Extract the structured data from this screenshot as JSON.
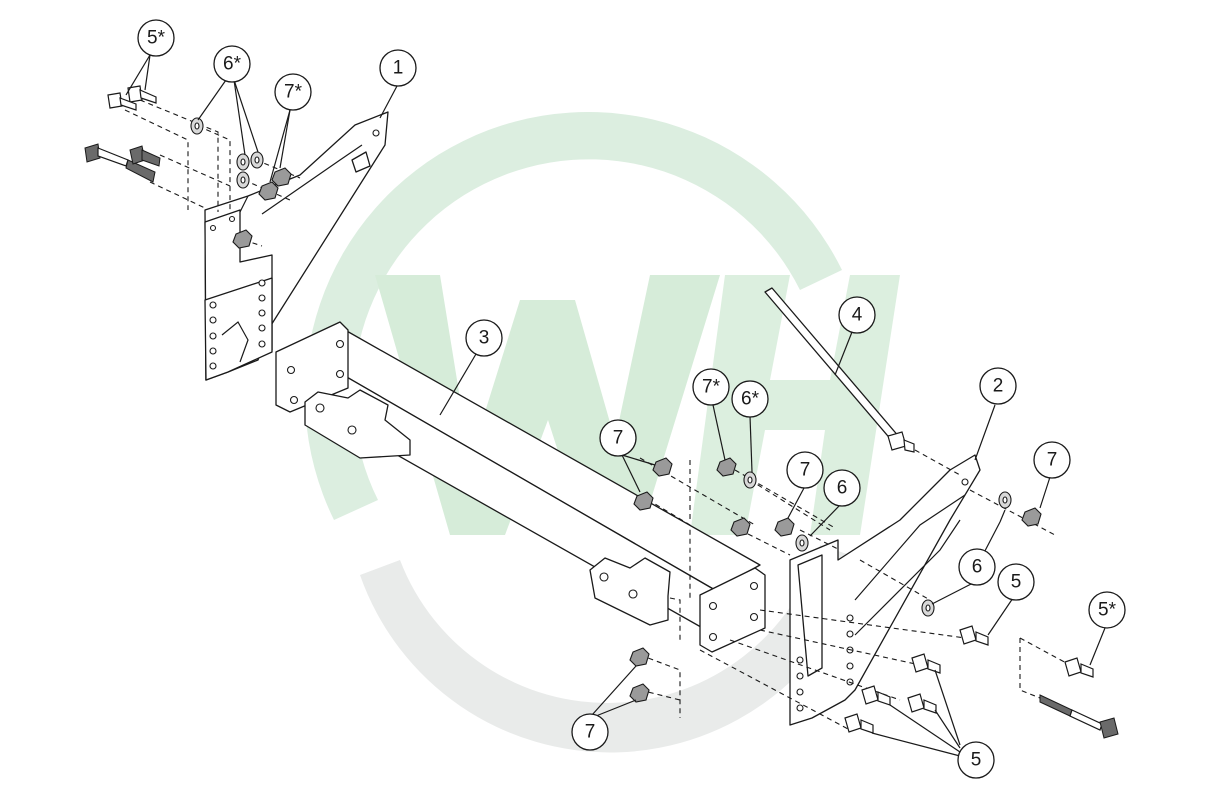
{
  "watermark": {
    "green": "#dceee0",
    "gray": "#e9ebea",
    "letter_green": "#d6ecd9"
  },
  "callouts": [
    {
      "id": "c1",
      "label": "1"
    },
    {
      "id": "c2",
      "label": "2"
    },
    {
      "id": "c3",
      "label": "3"
    },
    {
      "id": "c4",
      "label": "4"
    },
    {
      "id": "c5a",
      "label": "5*"
    },
    {
      "id": "c6a",
      "label": "6*"
    },
    {
      "id": "c7a",
      "label": "7*"
    },
    {
      "id": "c7b",
      "label": "7*"
    },
    {
      "id": "c6b",
      "label": "6*"
    },
    {
      "id": "c7c",
      "label": "7"
    },
    {
      "id": "c7d",
      "label": "7"
    },
    {
      "id": "c6c",
      "label": "6"
    },
    {
      "id": "c7e",
      "label": "7"
    },
    {
      "id": "c6d",
      "label": "6"
    },
    {
      "id": "c5b",
      "label": "5"
    },
    {
      "id": "c5c",
      "label": "5*"
    },
    {
      "id": "c7f",
      "label": "7"
    },
    {
      "id": "c5d",
      "label": "5"
    }
  ]
}
